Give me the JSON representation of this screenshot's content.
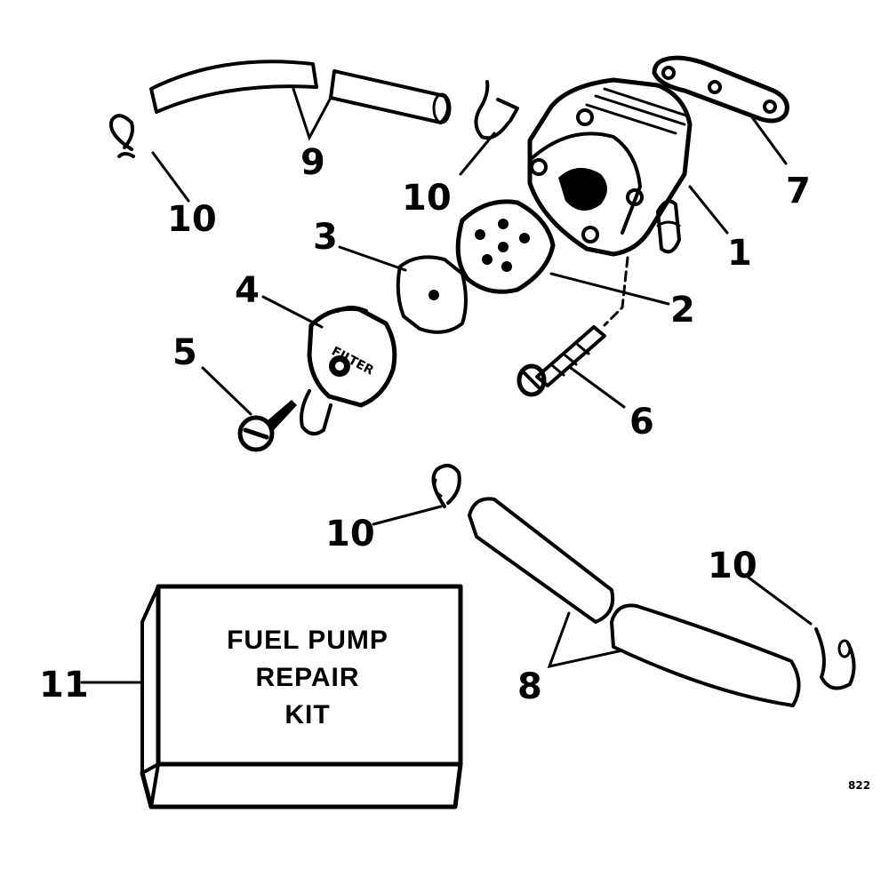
{
  "callouts": {
    "c1": "1",
    "c2": "2",
    "c3": "3",
    "c4": "4",
    "c5": "5",
    "c6": "6",
    "c7": "7",
    "c8": "8",
    "c9": "9",
    "c10a": "10",
    "c10b": "10",
    "c10c": "10",
    "c10d": "10",
    "c11": "11"
  },
  "kit_label": {
    "line1": "FUEL PUMP",
    "line2": "REPAIR",
    "line3": "KIT"
  },
  "filter_cover_text": "FILTER",
  "figure_number": "822",
  "colors": {
    "ink": "#000000",
    "paper": "#ffffff",
    "hose_fill": "#444444"
  }
}
